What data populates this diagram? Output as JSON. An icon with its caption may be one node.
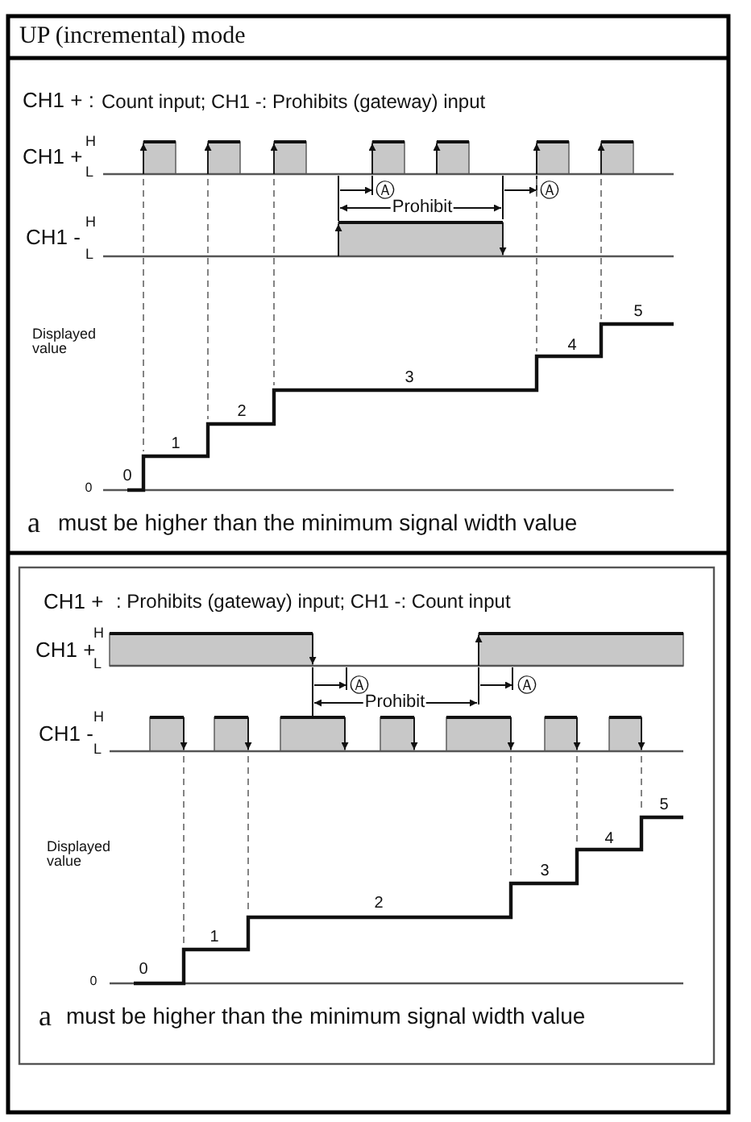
{
  "diagram": {
    "title": "UP (incremental) mode",
    "labels": [
      "CH1 + :",
      "Count input; CH1 -: Prohibits (gateway) input",
      "CH1 +",
      "H",
      "L",
      "Ⓐ",
      "Prohibit",
      "Ⓐ",
      "CH1 -",
      "H",
      "L",
      "Displayed value",
      "5",
      "4",
      "3",
      "2",
      "1",
      "0",
      "0",
      "a",
      "must be higher than the minimum signal width value",
      "CH1 +",
      ": Prohibits (gateway) input; CH1 -: Count input",
      "H",
      "CH1 +",
      "L",
      "Ⓐ",
      "Ⓐ",
      "Prohibit",
      "H",
      "CH1 -",
      "L",
      "5",
      "Displayed value",
      "4",
      "3",
      "2",
      "1",
      "0",
      "0",
      "a",
      "must be higher than the minimum signal width value"
    ]
  }
}
